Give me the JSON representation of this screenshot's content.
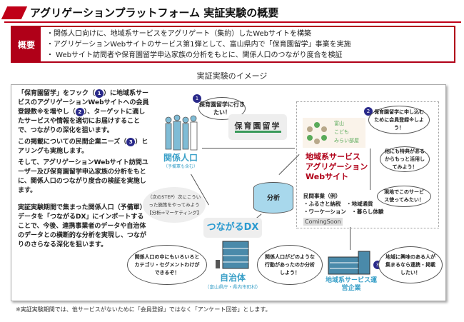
{
  "title": "アグリゲーションプラットフォーム 実証実験の概要",
  "summary": {
    "label": "概要",
    "items": [
      "・関係人口向けに、地域系サービスをアグリゲート（集約）したWebサイトを構築",
      "・アグリゲーションWebサイトのサービス第1弾として、富山県内で「保育園留学」事業を実施",
      "・ Webサイト訪問者や保育園留学申込家族の分析をもとに、関係人口のつながり度合を検証"
    ]
  },
  "image_title": "実証実験のイメージ",
  "left": {
    "p1a": "「保育園留学」をフック（",
    "p1b": "）に地域系サービスのアグリゲーションWebサイトへの会員登録数※を増やし（",
    "p1c": "）、ターゲットに適したサービスや情報を適切にお届けすることで、つながりの深化を狙います。",
    "p2a": "この掲載についての民間企業ニーズ（",
    "p2b": "）ヒアリングも実施します。",
    "p3": "そして、アグリゲーションWebサイト訪問ユーザー及び保育園留学申込家族の分析をもとに、関係人口のつながり度合の検証を実施します。",
    "p4": "実証実験期間で集まった関係人口（予備軍）データを「つながるDX」にインポートすることで、今後、連携事業者のデータや自治体のデータとの横断的な分析を実現し、つながりのさらなる深化を狙います。"
  },
  "badges": [
    "1",
    "2",
    "3"
  ],
  "diagram": {
    "bubble1": "保育園留学に行きたい！",
    "hoikuen": "保育園留学",
    "kankei": "関係人口",
    "kankei_sub": "（予備軍も含む）",
    "logo": [
      "富山",
      "こども",
      "みらい部屋"
    ],
    "web": [
      "地域系サービス",
      "アグリゲーション",
      "Webサイト"
    ],
    "bubble2": "保育園留学に申し込むために会員登録※しよう！",
    "bubble_tokuten": "他にも特典があるからもっと活用してみよう！",
    "bubble_genchi": "現地でこのサービス使ってみたい！",
    "minkan": [
      "民間事業（例）",
      "・ふるさと納税　・地域通貨",
      "・ワーケーション　・暮らし体験"
    ],
    "coming": "ComingSoon",
    "bunseki": "分析",
    "step": "（次のSTEP）次にこういった施策をやってみよう【分析⇒マーケティング】",
    "dx": "つながるDX",
    "bubble_left": "関係人口の中にもいろいろとカテゴリ・セグメントわけができるぞ！",
    "jichitai": "自治体",
    "jichitai_sub": "（富山県庁・県内市町村）",
    "bubble_mid": "関係人口がどのような行動があったのか分析しよう！",
    "kigyo": "地域系サービス運営企業",
    "bubble3": "地域に興味のある人が集まるなら連携・掲載したい！"
  },
  "footnote": "※実証実験期間では、他サービスがないために「会員登録」ではなく「アンケート回答」とします。",
  "colors": {
    "accent": "#c00018",
    "blue": "#3aa0c8",
    "web_red": "#b00018"
  }
}
